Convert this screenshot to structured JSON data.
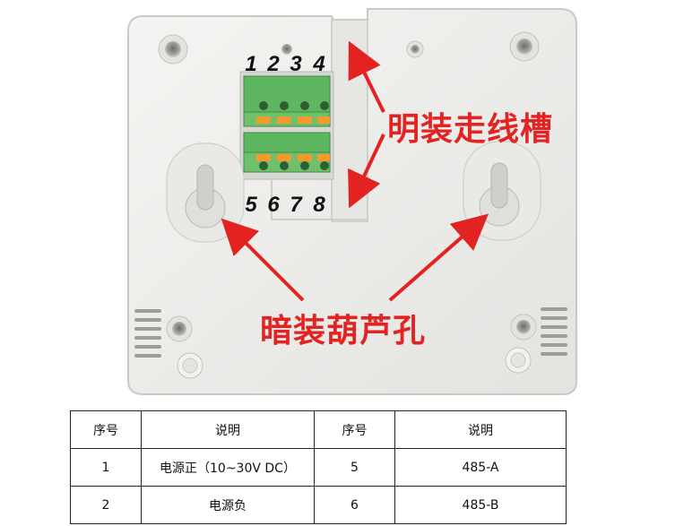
{
  "terminals": {
    "top": [
      "1",
      "2",
      "3",
      "4"
    ],
    "bottom": [
      "5",
      "6",
      "7",
      "8"
    ]
  },
  "callouts": {
    "surface_channel": "明装走线槽",
    "hidden_keyhole": "暗装葫芦孔"
  },
  "table": {
    "headers": [
      "序号",
      "说明",
      "序号",
      "说明"
    ],
    "rows": [
      [
        "1",
        "电源正（10~30V DC）",
        "5",
        "485-A"
      ],
      [
        "2",
        "电源负",
        "6",
        "485-B"
      ]
    ]
  },
  "colors": {
    "arrow": "#e32222",
    "panel": "#eeeeec",
    "terminal_green": "#5fb660",
    "terminal_orange": "#f29a2e"
  },
  "icons": [
    "screw-hole-icon",
    "keyhole-slot-icon",
    "vent-slots-icon",
    "arrow-icon"
  ]
}
